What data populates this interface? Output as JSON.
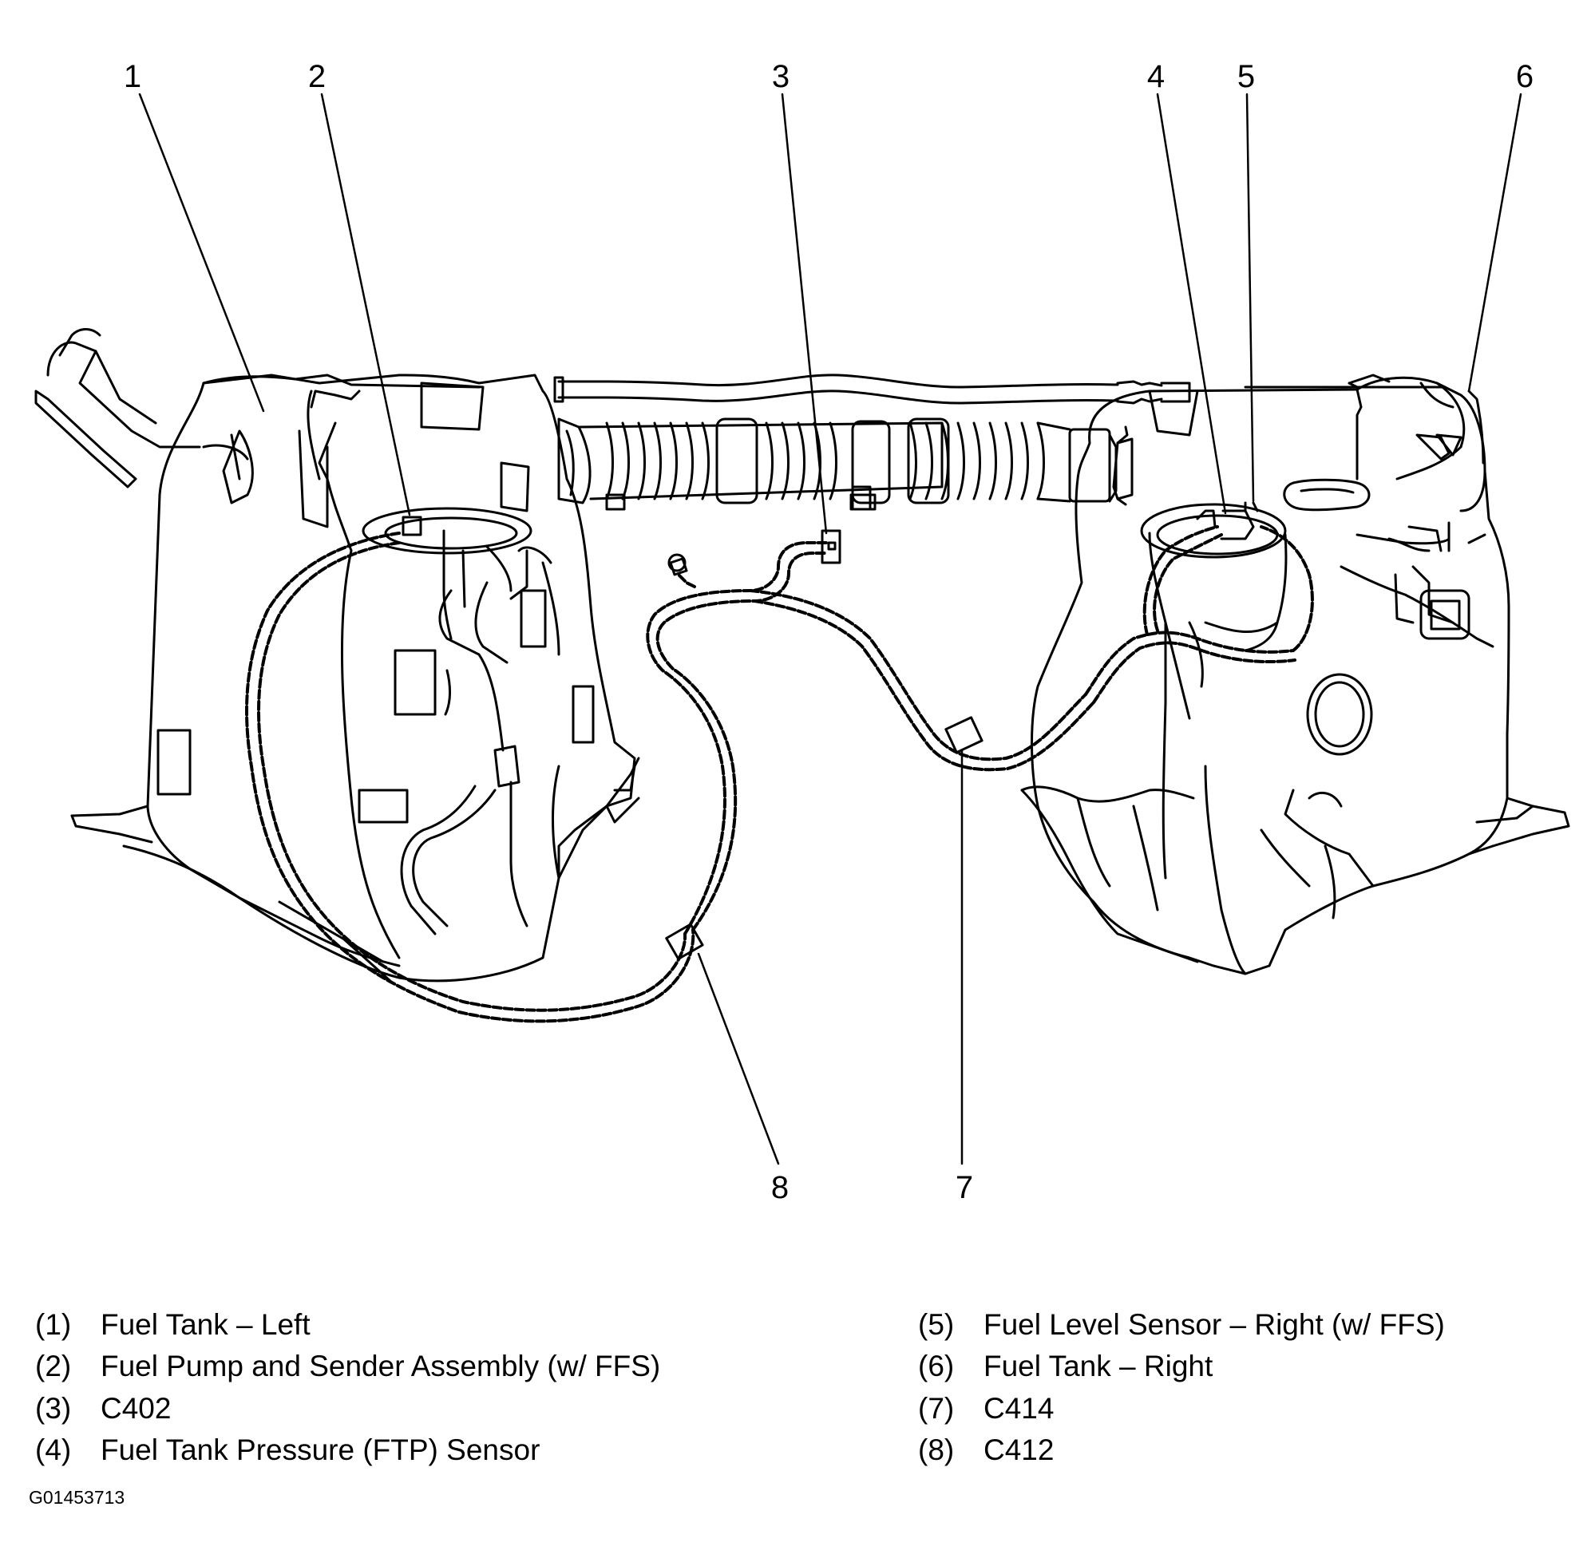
{
  "callouts": [
    {
      "num": "1"
    },
    {
      "num": "2"
    },
    {
      "num": "3"
    },
    {
      "num": "4"
    },
    {
      "num": "5"
    },
    {
      "num": "6"
    },
    {
      "num": "7"
    },
    {
      "num": "8"
    }
  ],
  "legend": [
    {
      "num": "(1)",
      "label": "Fuel Tank – Left"
    },
    {
      "num": "(2)",
      "label": "Fuel Pump and Sender Assembly (w/ FFS)"
    },
    {
      "num": "(3)",
      "label": "C402"
    },
    {
      "num": "(4)",
      "label": "Fuel Tank Pressure (FTP) Sensor"
    },
    {
      "num": "(5)",
      "label": "Fuel Level Sensor – Right (w/ FFS)"
    },
    {
      "num": "(6)",
      "label": "Fuel Tank – Right"
    },
    {
      "num": "(7)",
      "label": "C414"
    },
    {
      "num": "(8)",
      "label": "C412"
    }
  ],
  "figure_id": "G01453713",
  "colors": {
    "line": "#000000",
    "background": "#ffffff"
  }
}
